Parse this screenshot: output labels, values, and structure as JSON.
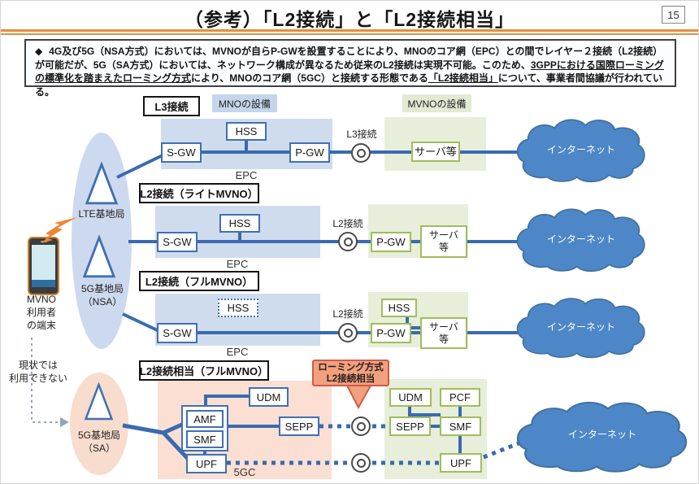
{
  "page": {
    "title": "（参考）「L2接続」と「L2接続相当」",
    "page_number": "15"
  },
  "notice": {
    "bullet": "◆",
    "part1": "4G及び5G（NSA方式）においては、MVNOが自らP-GWを設置することにより、MNOのコア網（EPC）との間でレイヤー２接続（L2接続）が可能だが、5G（SA方式）においては、ネットワーク構成が異なるため従来のL2接続は実現不可能。このため、",
    "part2_bold_underline": "3GPPにおける国際ローミングの標準化を踏まえたローミング方式",
    "part3": "により、MNOのコア網（5GC）と接続する形態である",
    "part4_bold_underline": "「L2接続相当」",
    "part5": "について、事業者間協議が行われている。"
  },
  "legend": {
    "mno": "MNOの設備",
    "mvno": "MVNOの設備"
  },
  "left": {
    "device": "MVNO\n利用者\nの端末",
    "lte_bs": "LTE基地局",
    "nsa_bs": "5G基地局\n（NSA）",
    "sa_bs": "5G基地局\n（SA）",
    "unavailable": "現状では\n利用できない"
  },
  "rows": {
    "r1": {
      "label": "L3接続",
      "conn": "L3接続",
      "zone": "EPC",
      "sgw": "S-GW",
      "hss": "HSS",
      "pgw": "P-GW",
      "server": "サーバ等",
      "cloud": "インターネット"
    },
    "r2": {
      "label": "L2接続（ライトMVNO）",
      "conn": "L2接続",
      "zone": "EPC",
      "sgw": "S-GW",
      "hss": "HSS",
      "pgw": "P-GW",
      "server": "サーバ\n等",
      "cloud": "インターネット"
    },
    "r3": {
      "label": "L2接続（フルMVNO）",
      "conn": "L2接続",
      "zone": "EPC",
      "sgw": "S-GW",
      "hss": "HSS",
      "mvno_hss": "HSS",
      "pgw": "P-GW",
      "server": "サーバ\n等",
      "cloud": "インターネット"
    },
    "r4": {
      "label": "L2接続相当（フルMVNO）",
      "zone": "5GC",
      "udm": "UDM",
      "amf": "AMF",
      "smf": "SMF",
      "upf": "UPF",
      "sepp": "SEPP",
      "callout": "ローミング方式\nL2接続相当",
      "mvno": {
        "udm": "UDM",
        "pcf": "PCF",
        "sepp": "SEPP",
        "smf": "SMF",
        "upf": "UPF"
      },
      "cloud": "インターネット"
    }
  },
  "colors": {
    "accent_blue": "#3a6ab0",
    "box_border_blue": "#4070b4",
    "zone_blue": "#cfdcee",
    "zone_green": "#e7eeda",
    "zone_peach": "#fadfd2",
    "green_border": "#a0bd5c",
    "cloud_fill": "#4e87c8",
    "cloud_border": "#40719e",
    "callout_fill": "#f2a07e",
    "callout_border": "#cf5b47",
    "divider_orange": "#dd9143",
    "lightning_orange": "#ed8733"
  }
}
